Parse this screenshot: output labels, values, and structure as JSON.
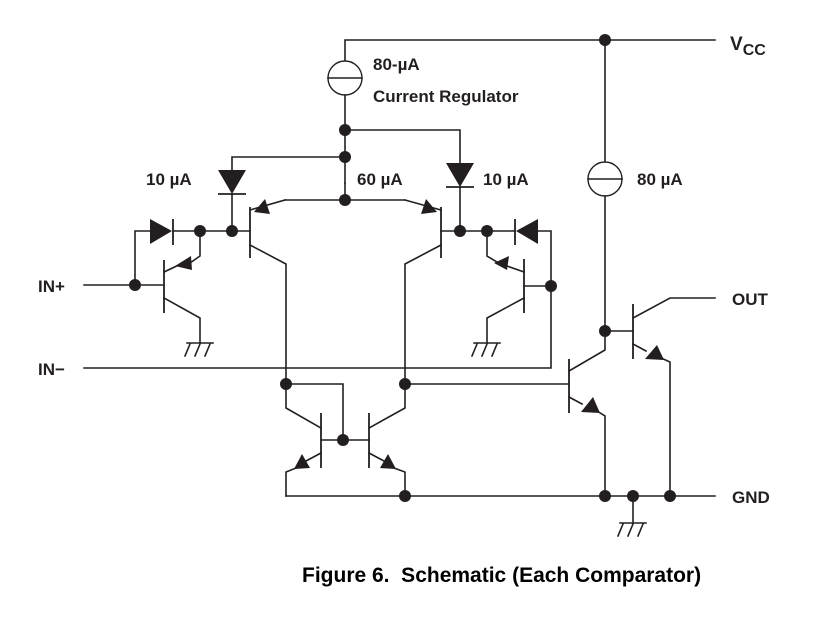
{
  "figure": {
    "caption": "Figure 6.  Schematic (Each Comparator)"
  },
  "labels": {
    "vcc_main": "V",
    "vcc_sub": "CC",
    "regulator_current": "80-µA",
    "regulator_name": "Current Regulator",
    "left_diode_current": "10 µA",
    "tail_current": "60 µA",
    "right_diode_current": "10 µA",
    "output_source_current": "80 µA",
    "in_plus": "IN+",
    "in_minus": "IN−",
    "out": "OUT",
    "gnd": "GND"
  },
  "colors": {
    "ink": "#231f20",
    "background": "#ffffff"
  }
}
